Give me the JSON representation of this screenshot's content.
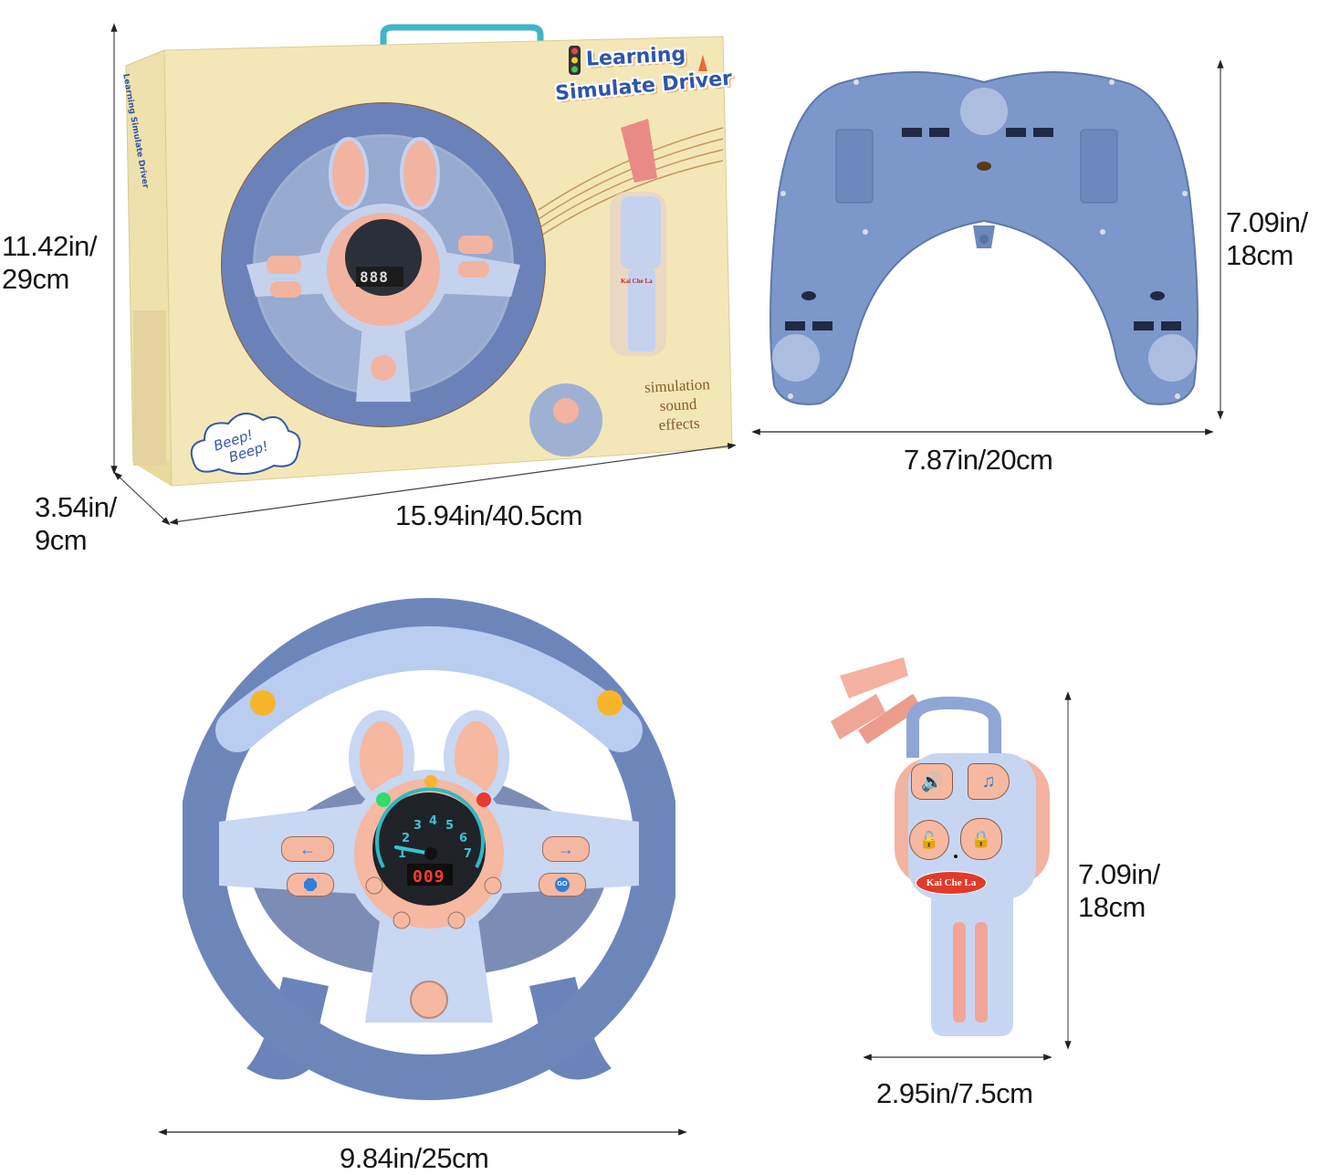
{
  "box": {
    "title_line1": "Learning",
    "title_line2": "Simulate Driver",
    "side_title_line1": "Learning",
    "side_title_line2": "Simulate Driver",
    "sound_text_line1": "simulation",
    "sound_text_line2": "sound",
    "sound_text_line3": "effects",
    "beep_line1": "Beep!",
    "beep_line2": "Beep!",
    "display_value": "888",
    "key_brand": "Kai Che La",
    "height_label_line1": "11.42in/",
    "height_label_line2": "29cm",
    "depth_label_line1": "3.54in/",
    "depth_label_line2": "9cm",
    "width_label": "15.94in/40.5cm"
  },
  "base_plate": {
    "height_label_line1": "7.09in/",
    "height_label_line2": "18cm",
    "width_label": "7.87in/20cm"
  },
  "steering_wheel": {
    "width_label": "9.84in/25cm",
    "gauge_numbers": [
      "1",
      "2",
      "3",
      "4",
      "5",
      "6",
      "7"
    ],
    "display_value": "009",
    "buttons": [
      "left-arrow",
      "horn",
      "right-arrow",
      "go"
    ]
  },
  "car_key": {
    "brand": "Kai Che La",
    "height_label_line1": "7.09in/",
    "height_label_line2": "18cm",
    "width_label": "2.95in/7.5cm",
    "buttons": [
      "volume",
      "music",
      "unlock",
      "lock"
    ]
  },
  "colors": {
    "box_yellow": "#f3e7b8",
    "plastic_blue": "#7c97c9",
    "dark_blue": "#5a73a8",
    "light_blue": "#c2d3f0",
    "peach": "#f6b8a0",
    "icon_blue": "#2f7fd8",
    "red_badge": "#e23a2a"
  }
}
